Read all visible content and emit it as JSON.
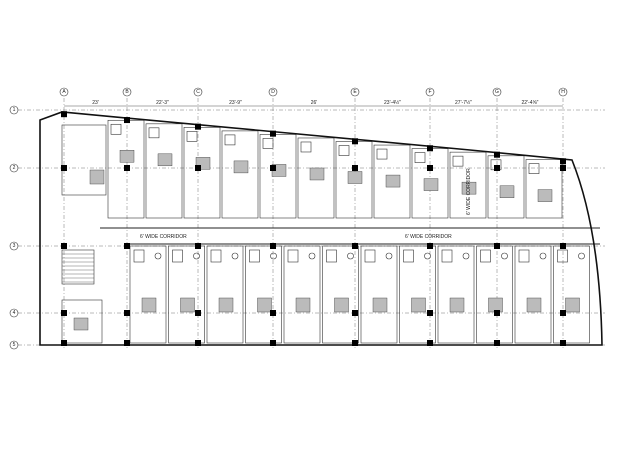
{
  "plan": {
    "grid_columns": [
      "A",
      "B",
      "C",
      "D",
      "E",
      "F",
      "G",
      "H"
    ],
    "grid_rows": [
      "1",
      "2",
      "3",
      "4",
      "5"
    ],
    "dimensions_top": [
      "23'",
      "22'-3\"",
      "23'-9\"",
      "26'",
      "23'-4½\"",
      "27'-7½\"",
      "22'-4⅝\""
    ],
    "corridor_labels": [
      "6' WIDE CORRIDOR",
      "6' WIDE CORRIDOR",
      "6' WIDE CORRIDOR"
    ]
  }
}
